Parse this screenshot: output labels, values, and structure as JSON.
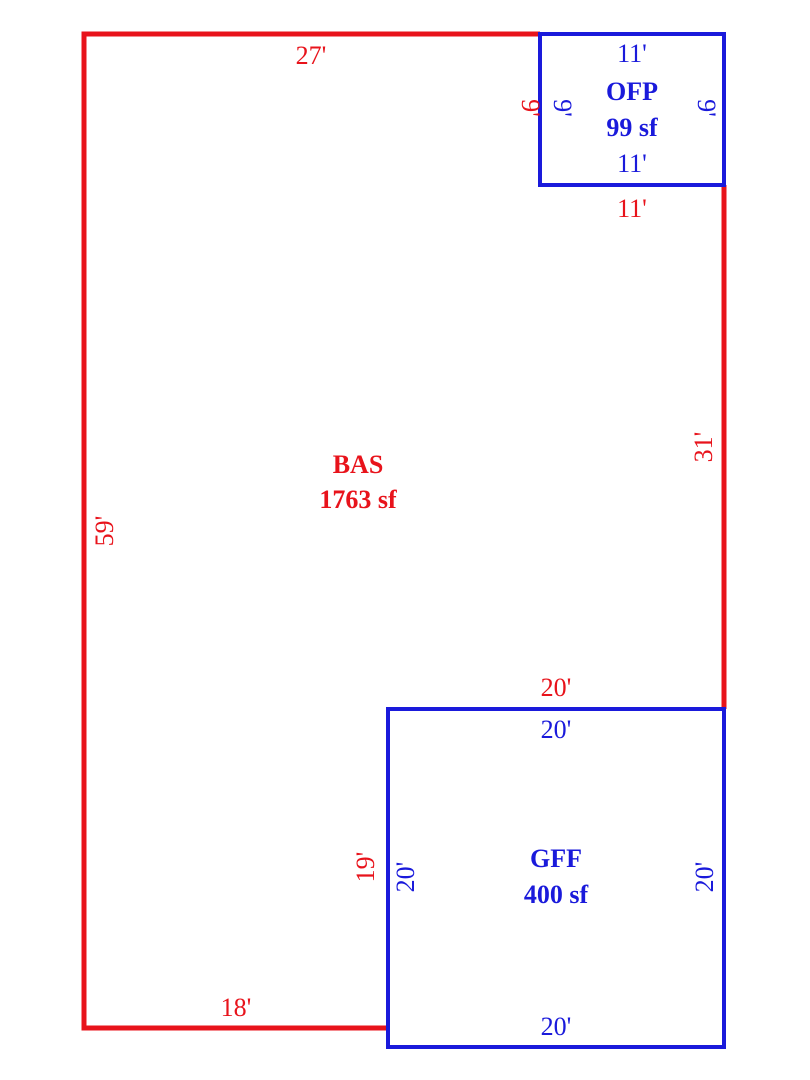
{
  "colors": {
    "living_area": "#e8131b",
    "additions": "#1a1adb",
    "background": "#ffffff"
  },
  "areas": {
    "bas": {
      "code": "BAS",
      "area": "1763 sf"
    },
    "ofp": {
      "code": "OFP",
      "area": "99 sf"
    },
    "gff": {
      "code": "GFF",
      "area": "400 sf"
    }
  },
  "dimensions": {
    "bas_top": "27'",
    "bas_left": "59'",
    "bas_bottom": "18'",
    "bas_right": "31'",
    "bas_ofp_bottom": "11'",
    "bas_ofp_left": "9'",
    "bas_gff_top": "20'",
    "bas_gff_left": "19'",
    "ofp_top": "11'",
    "ofp_bottom": "11'",
    "ofp_left": "9'",
    "ofp_right": "9'",
    "gff_top": "20'",
    "gff_bottom": "20'",
    "gff_left": "20'",
    "gff_right": "20'"
  }
}
